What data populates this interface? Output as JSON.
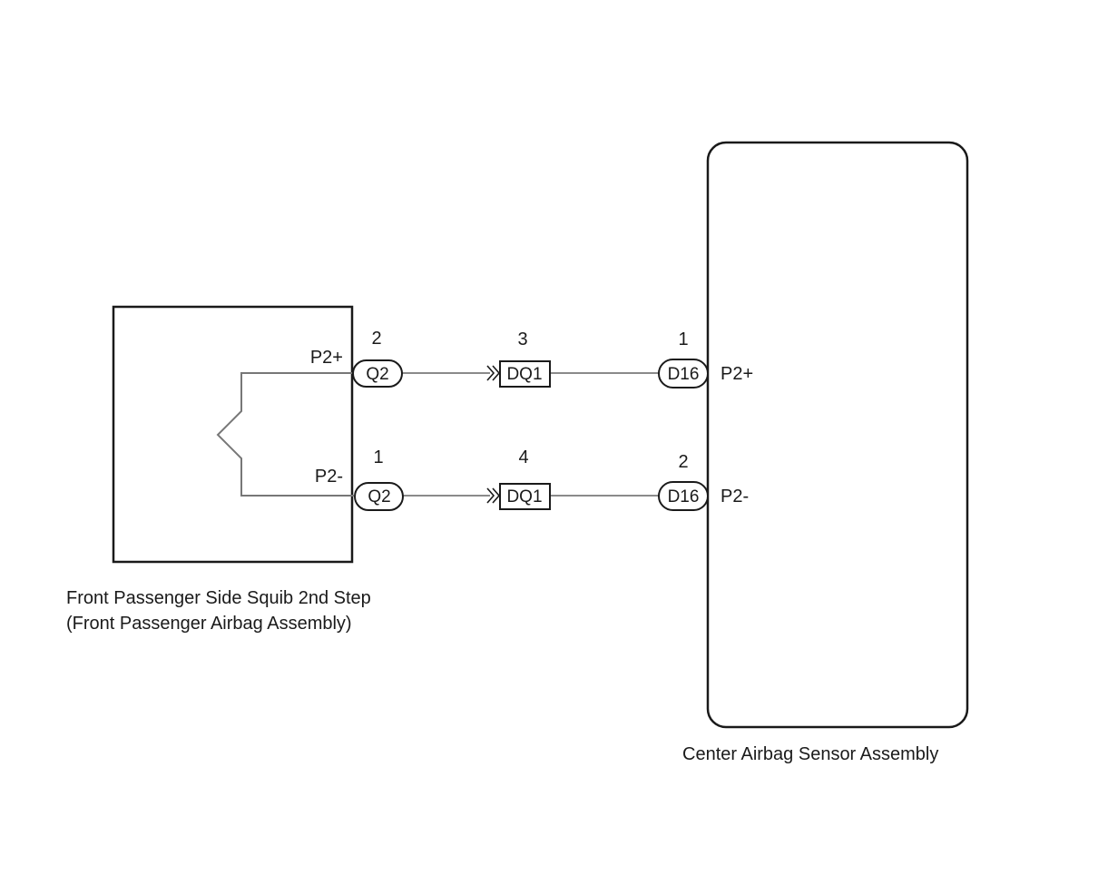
{
  "squib_component": {
    "name_line1": "Front Passenger Side Squib 2nd Step",
    "name_line2": "(Front Passenger Airbag Assembly)",
    "terminal_plus": "P2+",
    "terminal_minus": "P2-"
  },
  "sensor_component": {
    "name": "Center Airbag Sensor Assembly",
    "terminal_plus": "P2+",
    "terminal_minus": "P2-"
  },
  "circuits": [
    {
      "squib_connector": {
        "label": "Q2",
        "pin": "2"
      },
      "junction_connector": {
        "label": "DQ1",
        "pin": "3"
      },
      "sensor_connector": {
        "label": "D16",
        "pin": "1"
      }
    },
    {
      "squib_connector": {
        "label": "Q2",
        "pin": "1"
      },
      "junction_connector": {
        "label": "DQ1",
        "pin": "4"
      },
      "sensor_connector": {
        "label": "D16",
        "pin": "2"
      }
    }
  ]
}
